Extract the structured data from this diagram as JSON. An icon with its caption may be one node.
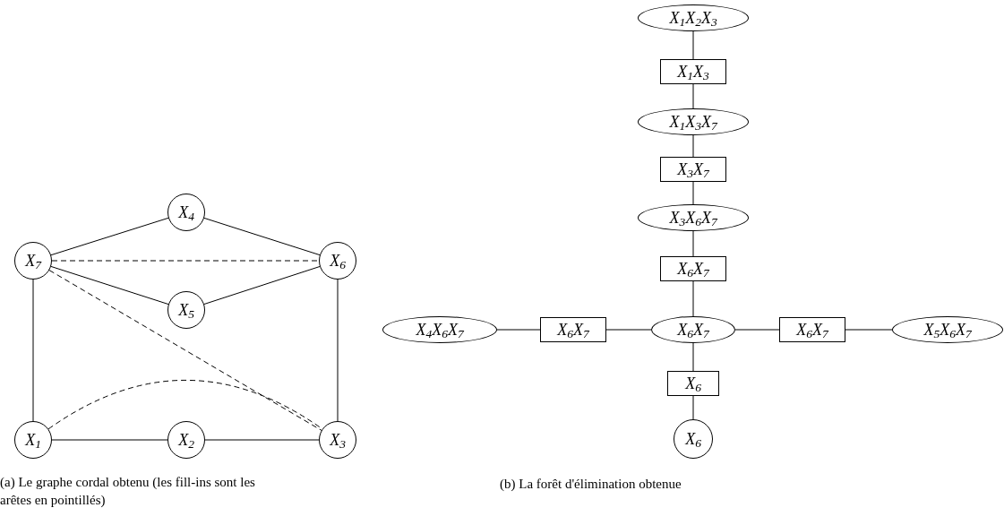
{
  "diagram": {
    "nodes": [
      {
        "text": [
          "X$_{4}$"
        ]
      },
      {
        "text": [
          "X$_{7}$"
        ]
      },
      {
        "text": [
          "X$_{6}$"
        ]
      },
      {
        "text": [
          "X$_{5}$"
        ]
      },
      {
        "text": [
          "X$_{1}$"
        ]
      },
      {
        "text": [
          "X$_{2}$"
        ]
      },
      {
        "text": [
          "X$_{3}$"
        ]
      },
      {
        "text": [
          "X$_{1}$X$_{2}$X$_{3}$"
        ]
      },
      {
        "text": [
          "X$_{1}$X$_{3}$"
        ]
      },
      {
        "text": [
          "X$_{1}$X$_{3}$X$_{7}$"
        ]
      },
      {
        "text": [
          "X$_{3}$X$_{7}$"
        ]
      },
      {
        "text": [
          "X$_{3}$X$_{6}$X$_{7}$"
        ]
      },
      {
        "text": [
          "X$_{6}$X$_{7}$"
        ]
      },
      {
        "text": [
          "X$_{4}$X$_{6}$X$_{7}$"
        ]
      },
      {
        "text": [
          "X$_{6}$X$_{7}$"
        ]
      },
      {
        "text": [
          "X$_{6}$X$_{7}$"
        ]
      },
      {
        "text": [
          "X$_{6}$X$_{7}$"
        ]
      },
      {
        "text": [
          "X$_{5}$X$_{6}$X$_{7}$"
        ]
      },
      {
        "text": [
          "X$_{6}$"
        ]
      },
      {
        "text": [
          "X$_{6}$"
        ]
      }
    ],
    "edges": [
      {
        "from": 1,
        "to": 0,
        "arrow": "none"
      },
      {
        "from": 0,
        "to": 2,
        "arrow": "none"
      },
      {
        "from": 1,
        "to": 2,
        "arrow": "none",
        "style": "dashed"
      },
      {
        "from": 1,
        "to": 3,
        "arrow": "none"
      },
      {
        "from": 3,
        "to": 2,
        "arrow": "none"
      },
      {
        "from": 1,
        "to": 6,
        "arrow": "none",
        "style": "dashed"
      },
      {
        "from": 1,
        "to": 4,
        "arrow": "none"
      },
      {
        "from": 2,
        "to": 6,
        "arrow": "none"
      },
      {
        "from": 4,
        "to": 5,
        "arrow": "none"
      },
      {
        "from": 5,
        "to": 6,
        "arrow": "none"
      },
      {
        "from": 4,
        "to": 6,
        "arrow": "none",
        "style": "dashed"
      },
      {
        "from": 7,
        "to": 8,
        "arrow": "none"
      },
      {
        "from": 8,
        "to": 9,
        "arrow": "none"
      },
      {
        "from": 9,
        "to": 10,
        "arrow": "none"
      },
      {
        "from": 10,
        "to": 11,
        "arrow": "none"
      },
      {
        "from": 11,
        "to": 12,
        "arrow": "none"
      },
      {
        "from": 12,
        "to": 15,
        "arrow": "none"
      },
      {
        "from": 13,
        "to": 14,
        "arrow": "none"
      },
      {
        "from": 14,
        "to": 15,
        "arrow": "none"
      },
      {
        "from": 15,
        "to": 16,
        "arrow": "none"
      },
      {
        "from": 16,
        "to": 17,
        "arrow": "none"
      },
      {
        "from": 15,
        "to": 18,
        "arrow": "none"
      },
      {
        "from": 18,
        "to": 19,
        "arrow": "none"
      }
    ],
    "labels": [
      "(a) Le graphe cordal obtenu (les fill-ins sont les arêtes en pointillés)",
      "(b) La forêt d'élimination obtenue"
    ]
  }
}
